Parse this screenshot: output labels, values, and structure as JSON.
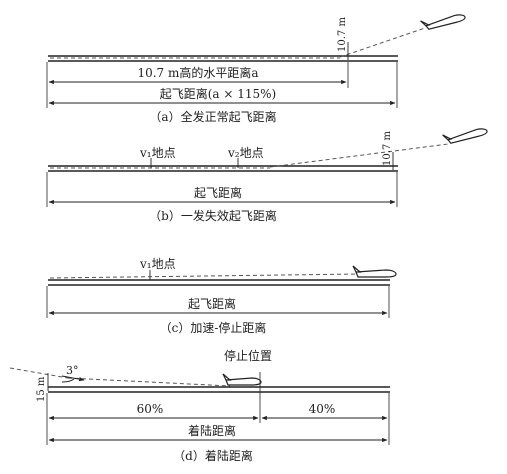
{
  "panel_a": {
    "height_label": "10.7 m",
    "horizontal_label": "10.7 m高的水平距离a",
    "takeoff_label": "起飞距离(a × 115%)",
    "caption": "（a）全发正常起飞距离"
  },
  "panel_b": {
    "v1_label": "v₁地点",
    "v2_label": "v₂地点",
    "height_label": "10.7 m",
    "takeoff_label": "起飞距离",
    "caption": "（b）一发失效起飞距离"
  },
  "panel_c": {
    "v1_label": "v₁地点",
    "distance_label": "起飞距离",
    "caption": "（c）加速-停止距离"
  },
  "panel_d": {
    "height_label": "15 m",
    "angle_label": "3°",
    "stop_label": "停止位置",
    "pct_60": "60%",
    "pct_40": "40%",
    "landing_label": "着陆距离",
    "caption": "（d）着陆距离"
  }
}
